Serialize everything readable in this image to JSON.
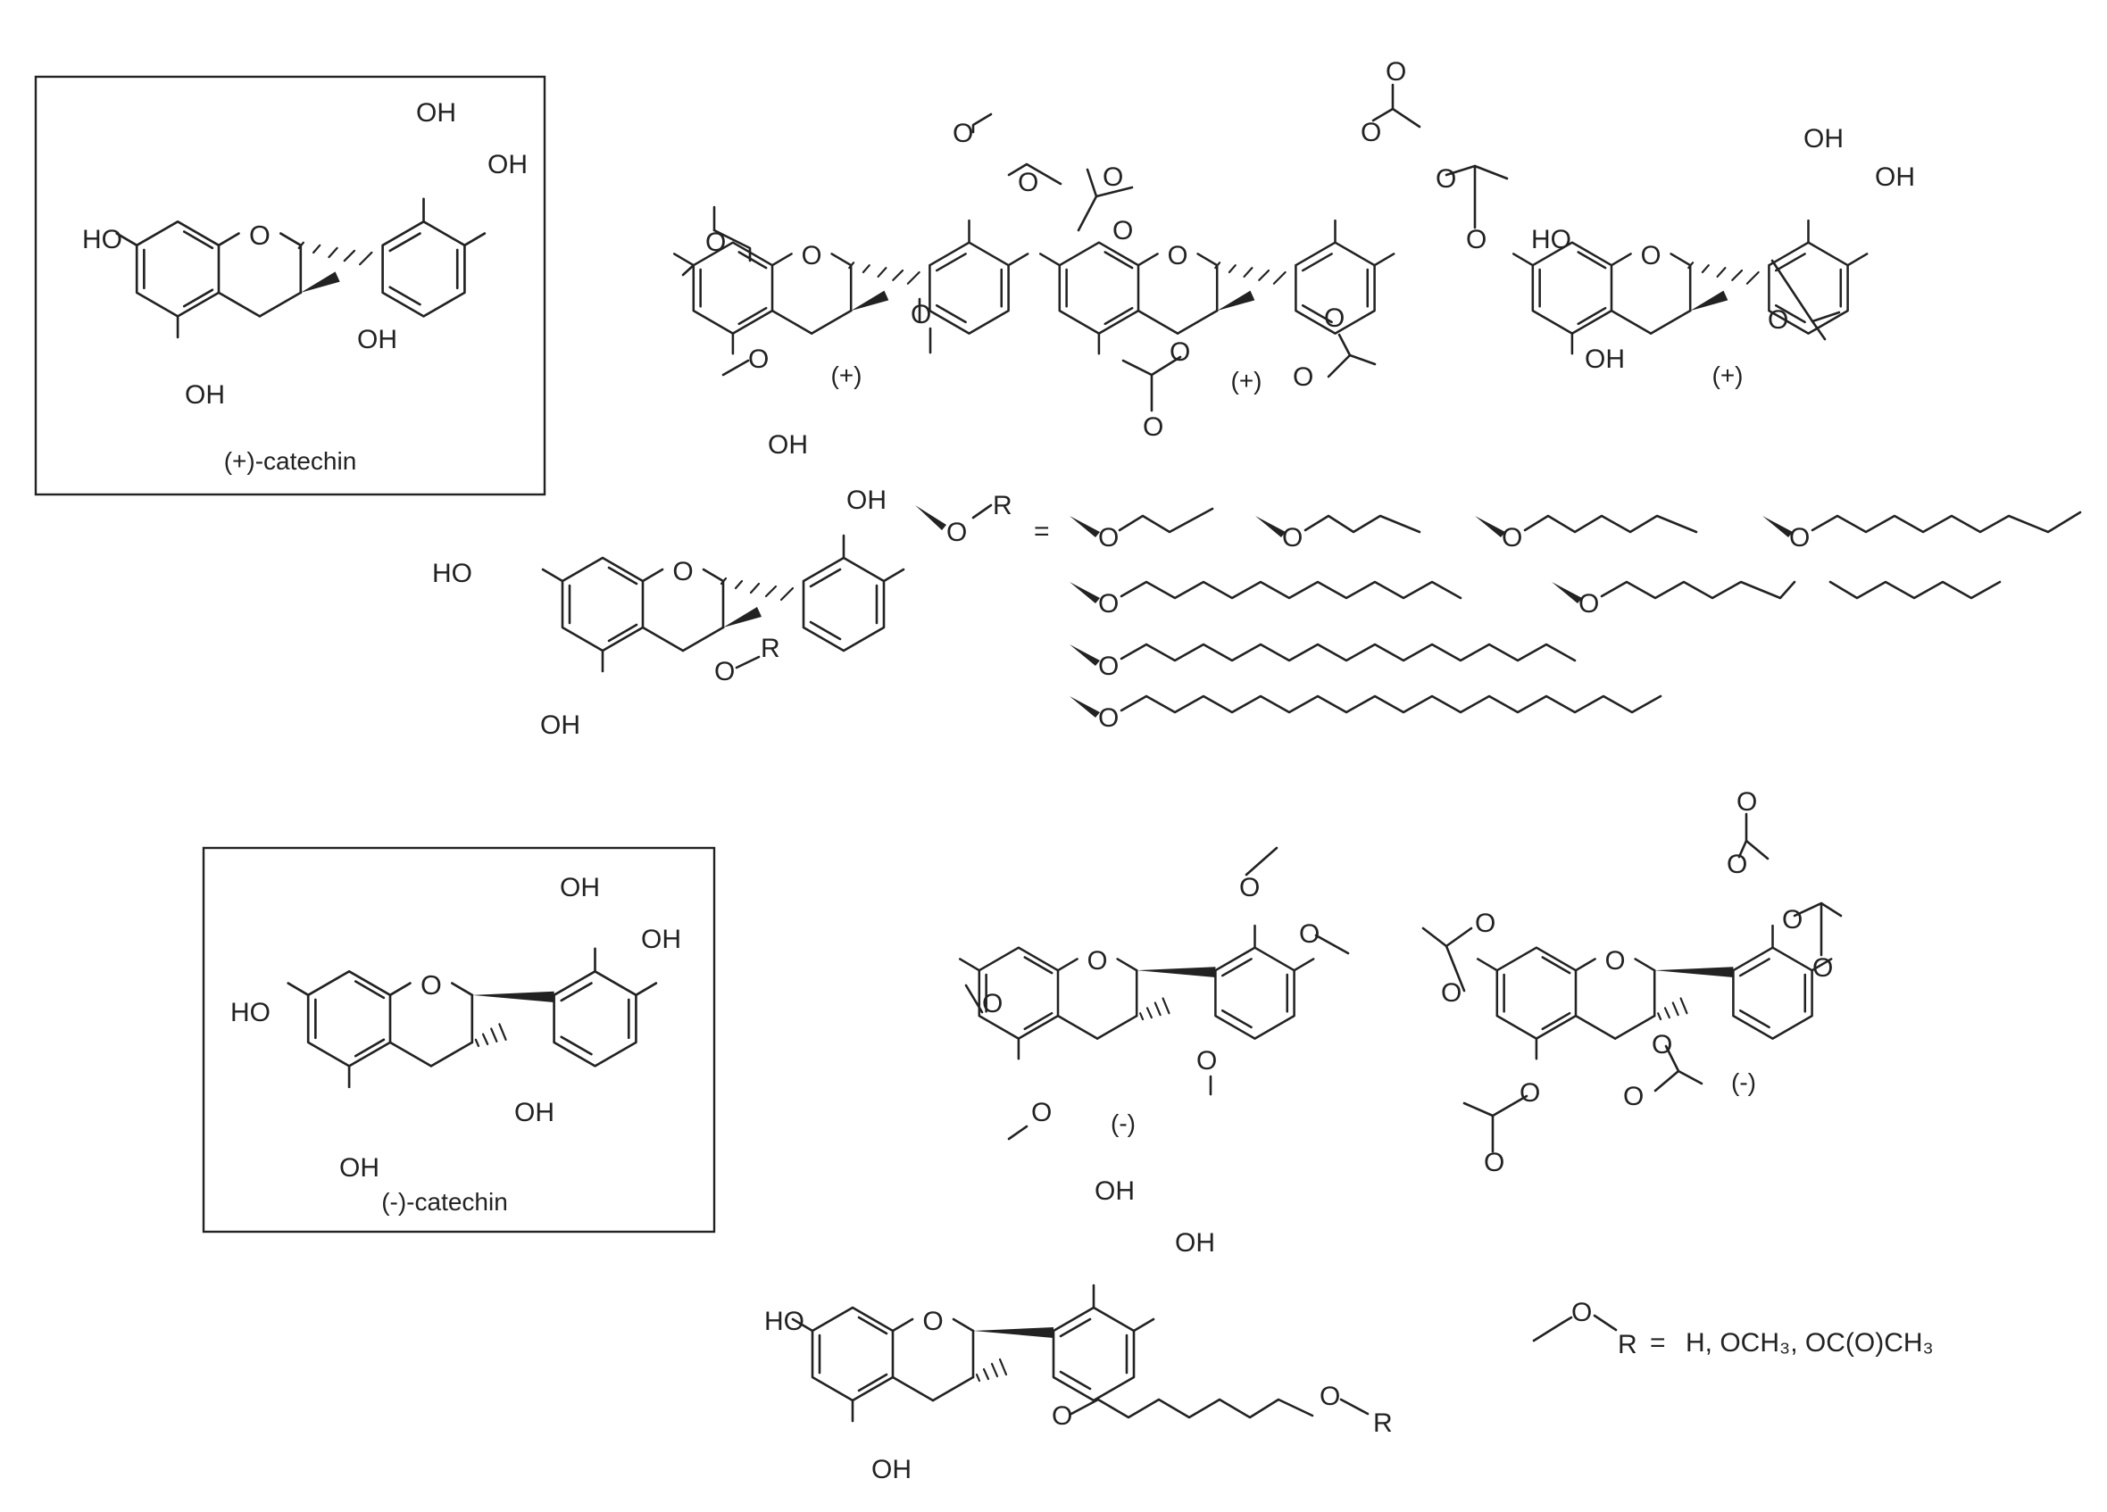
{
  "captions": {
    "plus_catechin": "(+)-catechin",
    "minus_catechin": "(-)-catechin",
    "plus": "(+)",
    "minus": "(-)",
    "equals": "=",
    "r_values": "H, OCH₃, OC(O)CH₃"
  },
  "atoms": {
    "oh": "OH",
    "ho": "HO",
    "o": "O",
    "r": "R"
  },
  "colors": {
    "ink": "#222222",
    "background": "#ffffff"
  }
}
